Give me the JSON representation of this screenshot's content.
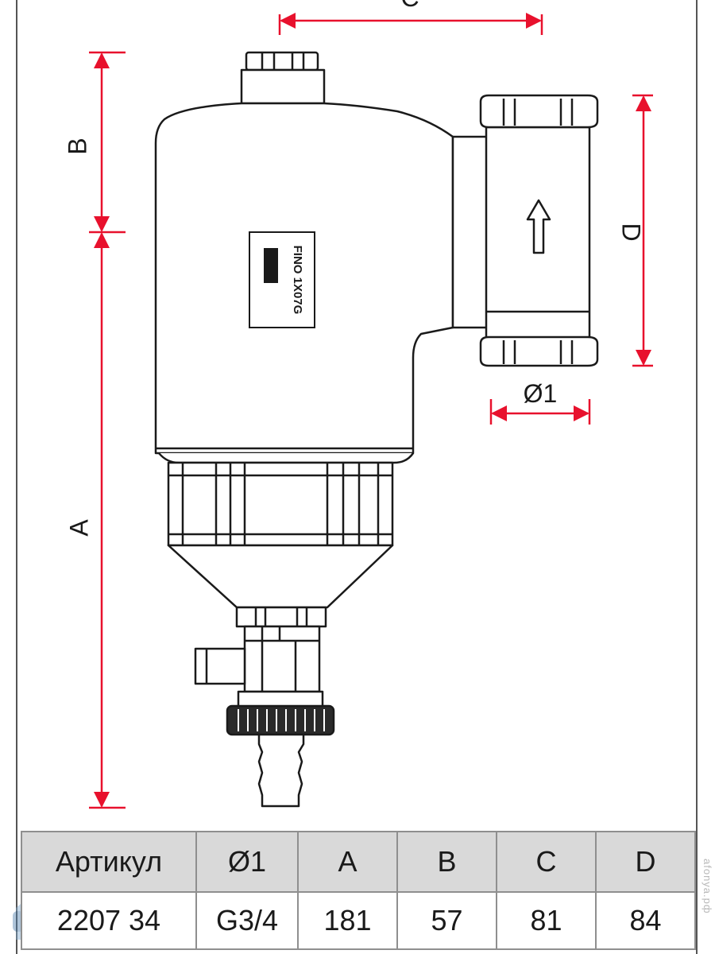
{
  "diagram": {
    "dimension_labels": {
      "a": "A",
      "b": "B",
      "c": "C",
      "d": "D",
      "d1": "Ø1"
    },
    "label_plate_text": "FINO 1X07G",
    "accent_color": "#e8112d",
    "line_color": "#1a1a1a",
    "body_color": "#ffffff",
    "flow_direction_icon": "arrow-up-icon"
  },
  "spec_table": {
    "headers": [
      "Артикул",
      "Ø1",
      "A",
      "B",
      "C",
      "D"
    ],
    "rows": [
      [
        "2207 34",
        "G3/4",
        "181",
        "57",
        "81",
        "84"
      ]
    ]
  },
  "watermark": {
    "text": "afonya.рф",
    "icon": "plumber-mascot-icon"
  }
}
